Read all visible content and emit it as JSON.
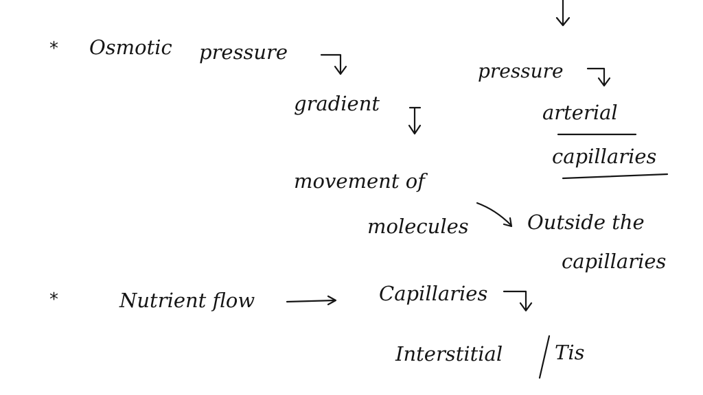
{
  "note": {
    "bullet_symbol": "*",
    "osmotic": "Osmotic",
    "pressure_1": "pressure",
    "gradient": "gradient",
    "movement_of": "movement of",
    "molecules": "molecules",
    "outside_the": "Outside the",
    "capillaries_outside": "capillaries",
    "pressure_2": "pressure",
    "arterial": "arterial",
    "capillaries_arterial": "capillaries",
    "nutrient_flow": "Nutrient flow",
    "capillaries_flow": "Capillaries",
    "interstitial": "Interstitial",
    "tis": "Tis"
  },
  "colors": {
    "ink": "#151515",
    "background": "#ffffff"
  }
}
